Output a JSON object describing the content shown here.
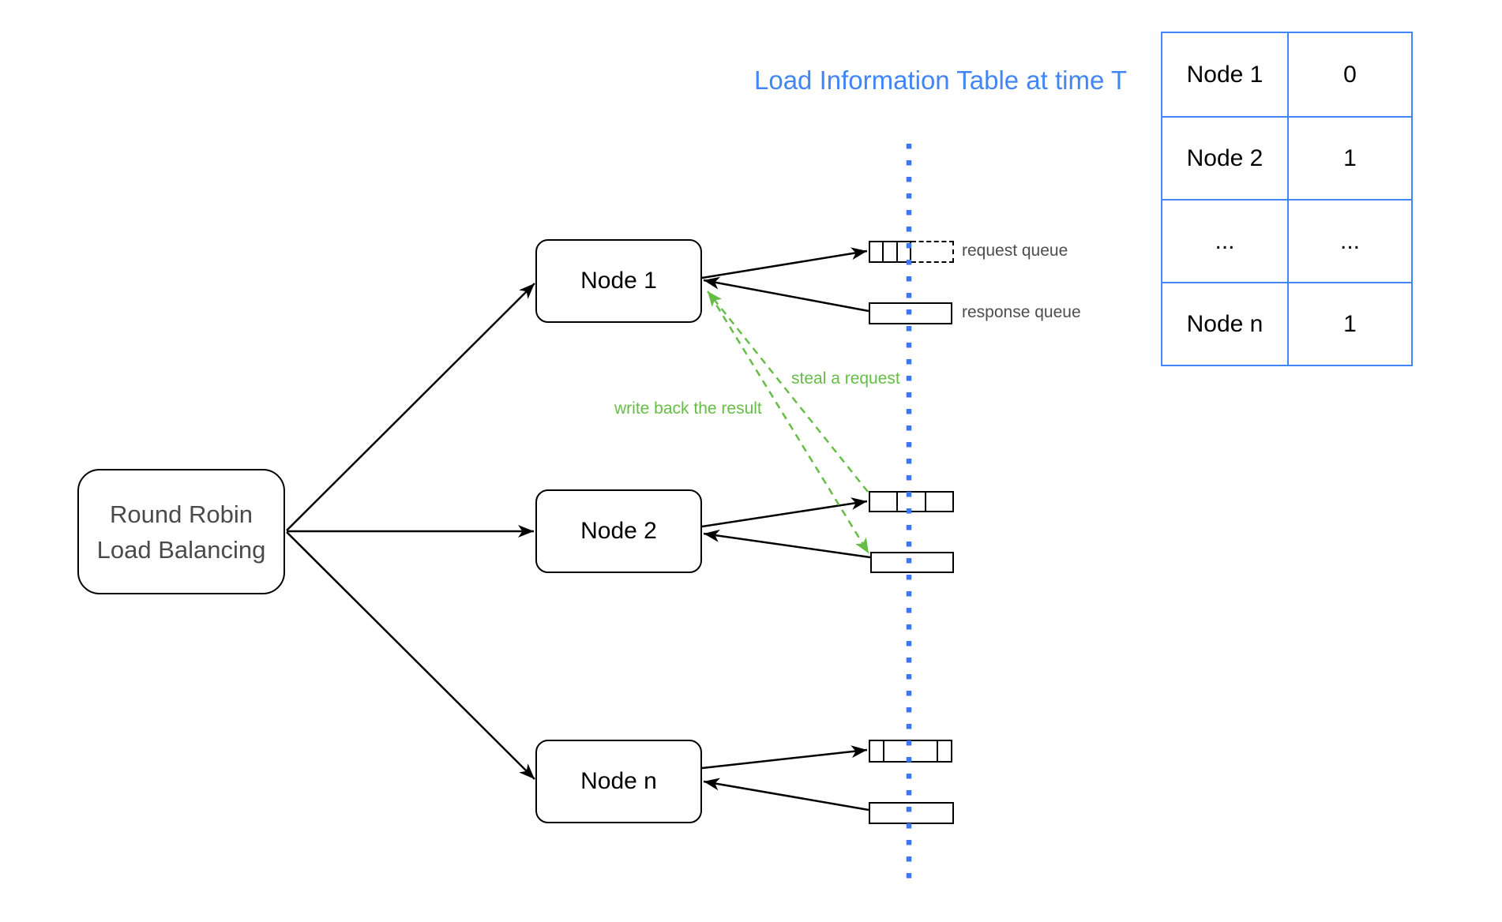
{
  "diagram_title": "Load Information Table at time T",
  "balancer": {
    "label": "Round Robin Load Balancing"
  },
  "nodes": [
    {
      "label": "Node 1"
    },
    {
      "label": "Node 2"
    },
    {
      "label": "Node n"
    }
  ],
  "queue_labels": {
    "request": "request queue",
    "response": "response queue"
  },
  "annotations": {
    "steal": "steal a request",
    "write_back": "write back the result"
  },
  "load_table": {
    "rows": [
      {
        "node": "Node 1",
        "load": "0"
      },
      {
        "node": "Node 2",
        "load": "1"
      },
      {
        "node": "...",
        "load": "..."
      },
      {
        "node": "Node n",
        "load": "1"
      }
    ]
  },
  "colors": {
    "accent_blue": "#4285f4",
    "dotted_line_blue": "#3b77f2",
    "accent_green": "#66bd45",
    "line_black": "#000000",
    "text_gray": "#4d4d4d"
  }
}
